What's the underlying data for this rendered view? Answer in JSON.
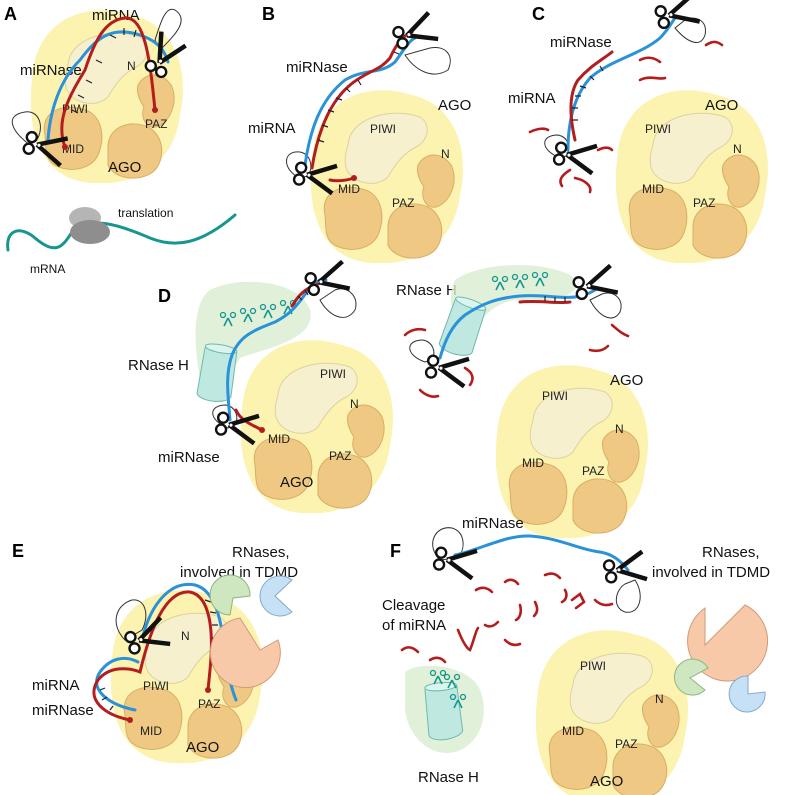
{
  "panels": {
    "A": "A",
    "B": "B",
    "C": "C",
    "D": "D",
    "E": "E",
    "F": "F"
  },
  "domains": {
    "piwi": "PIWI",
    "mid": "MID",
    "paz": "PAZ",
    "n": "N"
  },
  "labels": {
    "ago": "AGO",
    "mirna": "miRNA",
    "mirnase": "miRNase",
    "mrna": "mRNA",
    "translation": "translation",
    "rnase_h": "RNase H",
    "rnases_line1": "RNases,",
    "rnases_line2": "involved in TDMD",
    "cleavage_line1": "Cleavage",
    "cleavage_line2": "of miRNA"
  },
  "colors": {
    "mirna": "#b31d1d",
    "mirnase": "#2a92d8",
    "mrna": "#17958f",
    "ago_halo": "#fbf2a6",
    "ago_lobe": "#efc983",
    "rnase_h": "#bfe8e0",
    "rnase_green": "#cfe7c0",
    "rnase_blue": "#c6e0f6",
    "rnase_orange": "#f8c9a9"
  },
  "icons": [
    "scissors-icon",
    "ribosome-icon",
    "pacman-rnase-icon"
  ]
}
